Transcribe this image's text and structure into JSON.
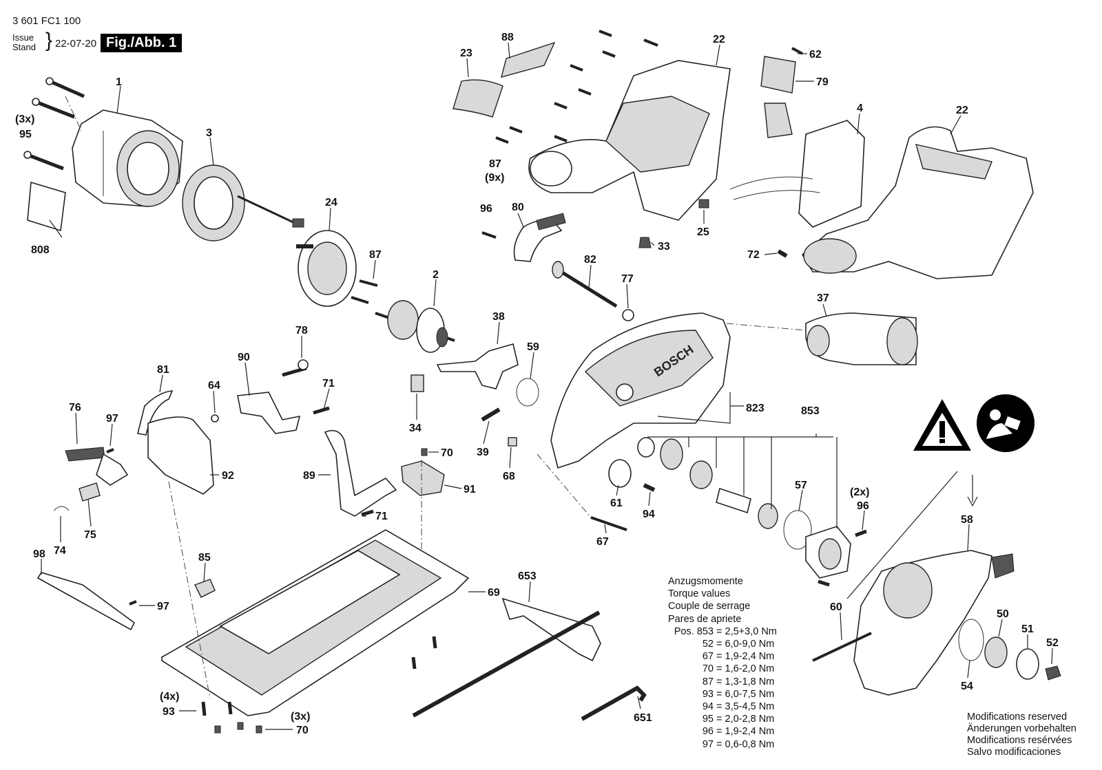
{
  "header": {
    "code": "3 601 FC1 100",
    "issue_label": "Issue",
    "stand_label": "Stand",
    "date": "22-07-20",
    "figure": "Fig./Abb. 1"
  },
  "parts": {
    "p1": "1",
    "p3x_a": "(3x)",
    "p95": "95",
    "p808": "808",
    "p3": "3",
    "p24": "24",
    "p87a": "87",
    "p2": "2",
    "p88": "88",
    "p23": "23",
    "p22a": "22",
    "p87b": "87",
    "p9x": "(9x)",
    "p62": "62",
    "p79": "79",
    "p4": "4",
    "p22b": "22",
    "p96a": "96",
    "p80": "80",
    "p33": "33",
    "p25": "25",
    "p72": "72",
    "p82": "82",
    "p77": "77",
    "p37": "37",
    "p78": "78",
    "p90": "90",
    "p71a": "71",
    "p64": "64",
    "p81": "81",
    "p38": "38",
    "p59": "59",
    "p34": "34",
    "p76": "76",
    "p97a": "97",
    "p92": "92",
    "p39": "39",
    "p70a": "70",
    "p68": "68",
    "p823": "823",
    "p853": "853",
    "p89": "89",
    "p91": "91",
    "p71b": "71",
    "p75": "75",
    "p74": "74",
    "p61": "61",
    "p94": "94",
    "p57": "57",
    "p2x": "(2x)",
    "p96b": "96",
    "p58": "58",
    "p67": "67",
    "p98": "98",
    "p85": "85",
    "p97b": "97",
    "p653": "653",
    "p69": "69",
    "p60": "60",
    "p50": "50",
    "p51": "51",
    "p52": "52",
    "p54": "54",
    "p4x": "(4x)",
    "p93": "93",
    "p3x_b": "(3x)",
    "p70b": "70",
    "p651": "651"
  },
  "torque": {
    "l1": "Anzugsmomente",
    "l2": "Torque values",
    "l3": "Couple de serrage",
    "l4": "Pares de apriete",
    "rows": [
      {
        "pos": "Pos. 853",
        "val": " = 2,5+3,0 Nm"
      },
      {
        "pos": "52",
        "val": " = 6,0-9,0 Nm"
      },
      {
        "pos": "67",
        "val": " = 1,9-2,4 Nm"
      },
      {
        "pos": "70",
        "val": " = 1,6-2,0 Nm"
      },
      {
        "pos": "87",
        "val": " = 1,3-1,8 Nm"
      },
      {
        "pos": "93",
        "val": " = 6,0-7,5 Nm"
      },
      {
        "pos": "94",
        "val": " = 3,5-4,5 Nm"
      },
      {
        "pos": "95",
        "val": " = 2,0-2,8 Nm"
      },
      {
        "pos": "96",
        "val": " = 1,9-2,4 Nm"
      },
      {
        "pos": "97",
        "val": " = 0,6-0,8 Nm"
      }
    ]
  },
  "modifications": {
    "en": "Modifications reserved",
    "de": "Änderungen vorbehalten",
    "fr": "Modifications resérvées",
    "es": "Salvo modificaciones"
  },
  "brand_mark": "BOSCH",
  "icons": [
    "warning-triangle-icon",
    "read-manual-icon"
  ]
}
